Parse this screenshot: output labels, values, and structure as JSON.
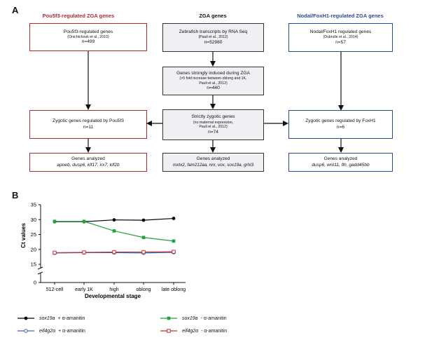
{
  "panel_a": {
    "letter": "A",
    "columns": {
      "left_title": "Pou5f3-regulated ZGA genes",
      "center_title": "ZGA genes",
      "right_title": "Nodal/FoxH1-regulated ZGA genes"
    },
    "boxes": {
      "left_top": {
        "line1": "Pou5f3-regulated genes",
        "line2": "(Onichtchouk et al., 2010)",
        "line3": "n=499"
      },
      "center_top": {
        "line1": "Zebrafish transcripts by RNA Seq",
        "line2": "(Pauli et al., 2012)",
        "line3": "n=52980"
      },
      "right_top": {
        "line1": "Nodal/FoxH1 regulated genes",
        "line2": "(Dubrulle et al., 2014)",
        "line3": "n=57"
      },
      "center_mid": {
        "line1": "Genes strongly induced during ZGA",
        "line2": "(>5 fold increase between oblong and 1K,",
        "line3": "Pauli et al., 2012)",
        "line4": "n=440"
      },
      "left_mid": {
        "line1": "Zygotic genes regulated by Pou5f3",
        "line2": "n=11"
      },
      "center_low": {
        "line1": "Strictly zygotic genes",
        "line2": "(no maternal expression,",
        "line3": "Pauli et al., 2012)",
        "line4": "n=74"
      },
      "right_mid": {
        "line1": "Zygotic genes regulated by FoxH1",
        "line2": "n=6"
      },
      "left_bottom": {
        "line1": "Genes analyzed",
        "line2": "apoeb, dusp6, klf17, irx7, klf2b"
      },
      "center_bottom": {
        "line1": "Genes analyzed",
        "line2": "mxtx2, fam212aa, nnr, vox, sox19a, grhl3"
      },
      "right_bottom": {
        "line1": "Genes analyzed",
        "line2": "dusp6, wnt11, flh, gadd45bb"
      }
    }
  },
  "panel_b": {
    "letter": "B",
    "legend": [
      {
        "gene": "sox19a",
        "treatment": "+ α-amanitin"
      },
      {
        "gene": "sox19a",
        "treatment": "- α-amanitin"
      },
      {
        "gene": "eif4g2α",
        "treatment": "+ α-amanitin"
      },
      {
        "gene": "eif4g2α",
        "treatment": "- α-amanitin"
      }
    ]
  },
  "chart_data": {
    "type": "line",
    "xlabel": "Developmental stage",
    "ylabel": "Ct values",
    "categories": [
      "512-cell",
      "early 1K",
      "high",
      "oblong",
      "late oblong"
    ],
    "yticks": [
      "0",
      "15",
      "20",
      "25",
      "30",
      "35"
    ],
    "axis_break": true,
    "ylim": [
      15,
      35
    ],
    "series": [
      {
        "name": "sox19a + α-amanitin",
        "color": "#000000",
        "marker": "filled-circle",
        "values": [
          29.3,
          29.3,
          29.9,
          29.8,
          30.4
        ]
      },
      {
        "name": "sox19a - α-amanitin",
        "color": "#22a03c",
        "marker": "filled-square",
        "values": [
          29.4,
          29.4,
          26.2,
          24.0,
          22.8
        ]
      },
      {
        "name": "eif4g2α + α-amanitin",
        "color": "#4a63b8",
        "marker": "open-circle",
        "values": [
          18.8,
          18.9,
          18.9,
          18.8,
          19.0
        ]
      },
      {
        "name": "eif4g2α - α-amanitin",
        "color": "#b8323a",
        "marker": "open-square",
        "values": [
          18.9,
          19.0,
          19.1,
          19.1,
          19.2
        ]
      }
    ],
    "legend_position": "bottom-left"
  }
}
